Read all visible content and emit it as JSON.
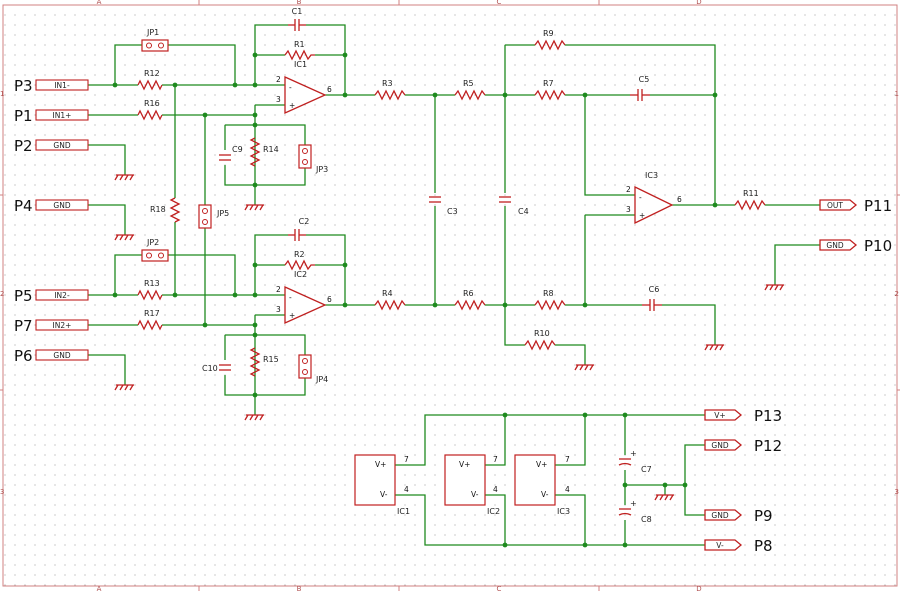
{
  "zones": {
    "columns": [
      "A",
      "B",
      "C",
      "D"
    ],
    "rows": [
      "1",
      "2",
      "3"
    ]
  },
  "ports": {
    "in1_neg": "IN1-",
    "in1_pos": "IN1+",
    "in2_neg": "IN2-",
    "in2_pos": "IN2+",
    "gnd": "GND",
    "out": "OUT",
    "vpos": "V+",
    "vneg": "V-"
  },
  "nets": {
    "p1": "P1",
    "p2": "P2",
    "p3": "P3",
    "p4": "P4",
    "p5": "P5",
    "p6": "P6",
    "p7": "P7",
    "p8": "P8",
    "p9": "P9",
    "p10": "P10",
    "p11": "P11",
    "p12": "P12",
    "p13": "P13"
  },
  "parts": {
    "c1": "C1",
    "c2": "C2",
    "c3": "C3",
    "c4": "C4",
    "c5": "C5",
    "c6": "C6",
    "c7": "C7",
    "c8": "C8",
    "c9": "C9",
    "c10": "C10",
    "r1": "R1",
    "r2": "R2",
    "r3": "R3",
    "r4": "R4",
    "r5": "R5",
    "r6": "R6",
    "r7": "R7",
    "r8": "R8",
    "r9": "R9",
    "r10": "R10",
    "r11": "R11",
    "r12": "R12",
    "r13": "R13",
    "r14": "R14",
    "r15": "R15",
    "r16": "R16",
    "r17": "R17",
    "r18": "R18",
    "ic1": "IC1",
    "ic2": "IC2",
    "ic3": "IC3",
    "jp1": "JP1",
    "jp2": "JP2",
    "jp3": "JP3",
    "jp4": "JP4",
    "jp5": "JP5"
  },
  "pins": {
    "inv": "2",
    "noninv": "3",
    "out": "6",
    "vpos": "7",
    "vneg": "4",
    "minus": "-",
    "plus": "+",
    "vpos_label": "V+",
    "vneg_label": "V-",
    "polarity": "+"
  }
}
